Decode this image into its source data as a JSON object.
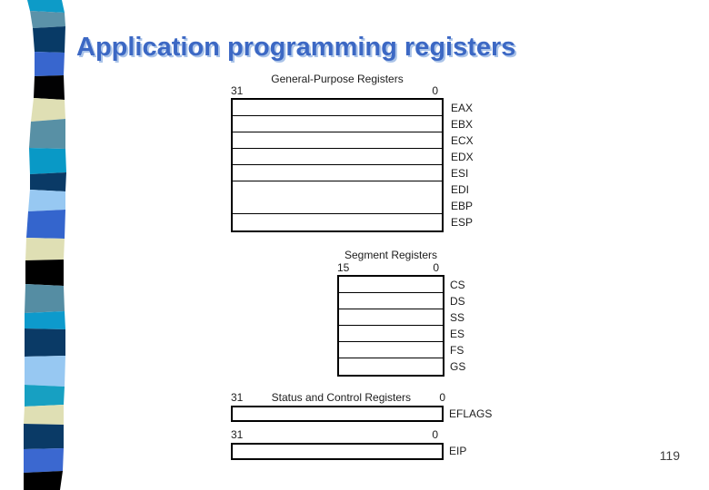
{
  "slide": {
    "title": "Application programming registers",
    "page_number": "119",
    "title_color": "#3c68c4",
    "title_shadow_color": "#aac3e8"
  },
  "diagram": {
    "gp": {
      "title": "General-Purpose Registers",
      "bit_high": "31",
      "bit_low": "0",
      "registers": [
        "EAX",
        "EBX",
        "ECX",
        "EDX",
        "ESI",
        "EDI",
        "EBP",
        "ESP"
      ]
    },
    "segment": {
      "title": "Segment Registers",
      "bit_high": "15",
      "bit_low": "0",
      "registers": [
        "CS",
        "DS",
        "SS",
        "ES",
        "FS",
        "GS"
      ]
    },
    "status": {
      "title": "Status and Control Registers",
      "eflags": {
        "bit_high": "31",
        "bit_low": "0",
        "label": "EFLAGS"
      },
      "eip": {
        "bit_high": "31",
        "bit_low": "0",
        "label": "EIP"
      }
    }
  },
  "stripe": {
    "colors": [
      "#0d9bc8",
      "#5b92a9",
      "#083a66",
      "#3866ce",
      "#020203",
      "#dfdfb4",
      "#5890a5",
      "#0999c6",
      "#0a3a66",
      "#97c8f2",
      "#3465cd",
      "#dfdfb4",
      "#000000",
      "#558da3",
      "#0d9acc",
      "#0a3a66",
      "#97c8f2",
      "#17a0c2",
      "#dfdfb4",
      "#0a3a66",
      "#3b68d0",
      "#000000"
    ]
  }
}
